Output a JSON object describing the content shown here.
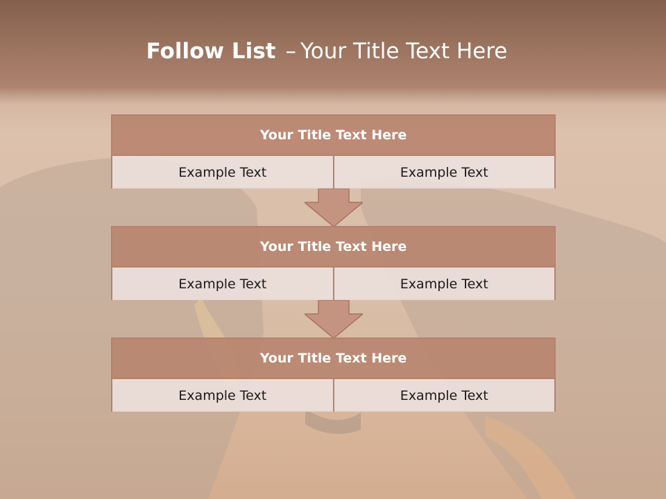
{
  "slide": {
    "title_bold": "Follow List",
    "title_dash": "–",
    "title_rest": "Your Title Text Here"
  },
  "blocks": [
    {
      "title": "Your Title Text Here",
      "left": "Example Text",
      "right": "Example Text"
    },
    {
      "title": "Your Title Text Here",
      "left": "Example Text",
      "right": "Example Text"
    },
    {
      "title": "Your Title Text Here",
      "left": "Example Text",
      "right": "Example Text"
    }
  ],
  "colors": {
    "header_band": "#9c7460",
    "block_header": "#b88570",
    "block_border": "#b4826c",
    "cell_fill": "#ece0dd"
  },
  "icons": [
    "down-arrow-icon",
    "down-arrow-icon"
  ]
}
